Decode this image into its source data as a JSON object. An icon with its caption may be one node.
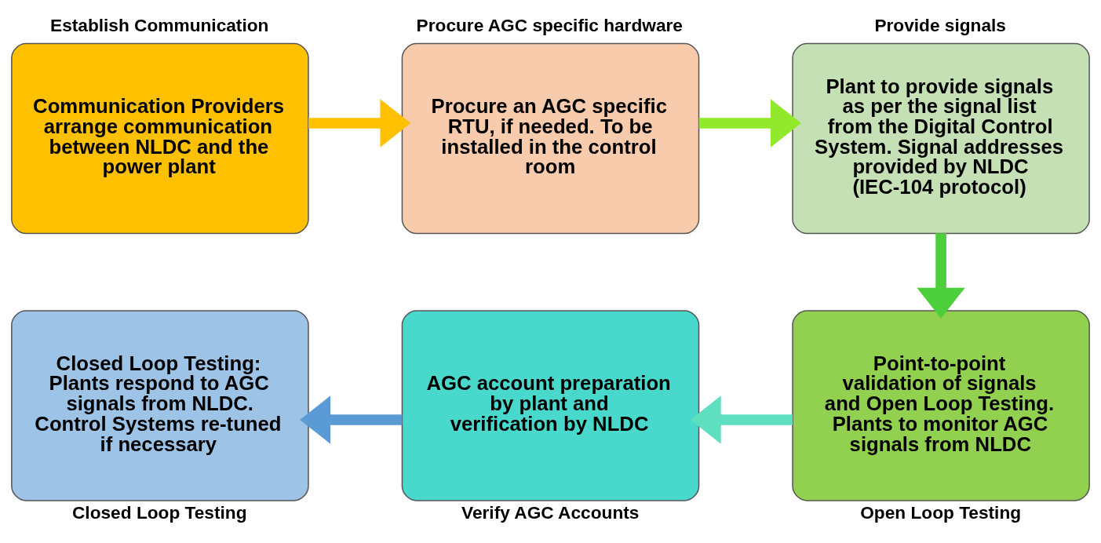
{
  "diagram": {
    "nodes": [
      {
        "text": [
          "Establish Communication",
          "Communication Providers arrange communication between NLDC and the power plant"
        ]
      },
      {
        "text": [
          "Procure AGC specific hardware",
          "Procure an AGC specific RTU, if needed. To be installed in the control room"
        ]
      },
      {
        "text": [
          "Provide signals",
          "Plant to provide signals as per the signal list from the Digital Control System. Signal addresses provided by NLDC (IEC-104 protocol)"
        ]
      },
      {
        "text": [
          "Point-to-point validation of signals and Open Loop Testing. Plants to monitor AGC signals from NLDC",
          "Open Loop Testing"
        ]
      },
      {
        "text": [
          "AGC account preparation by plant and verification by NLDC",
          "Verify AGC Accounts"
        ]
      },
      {
        "text": [
          "Closed Loop Testing: Plants respond to AGC signals from NLDC. Control Systems re-tuned if necessary",
          "Closed Loop Testing"
        ]
      }
    ],
    "edges": [
      {
        "from": 0,
        "to": 1,
        "arrow": "to",
        "color": "#ffc000"
      },
      {
        "from": 1,
        "to": 2,
        "arrow": "to",
        "color": "#92e82a"
      },
      {
        "from": 2,
        "to": 3,
        "arrow": "to",
        "color": "#4ccf3a"
      },
      {
        "from": 3,
        "to": 4,
        "arrow": "to",
        "color": "#5ee0c0"
      },
      {
        "from": 4,
        "to": 5,
        "arrow": "to",
        "color": "#5b9bd5"
      }
    ]
  }
}
